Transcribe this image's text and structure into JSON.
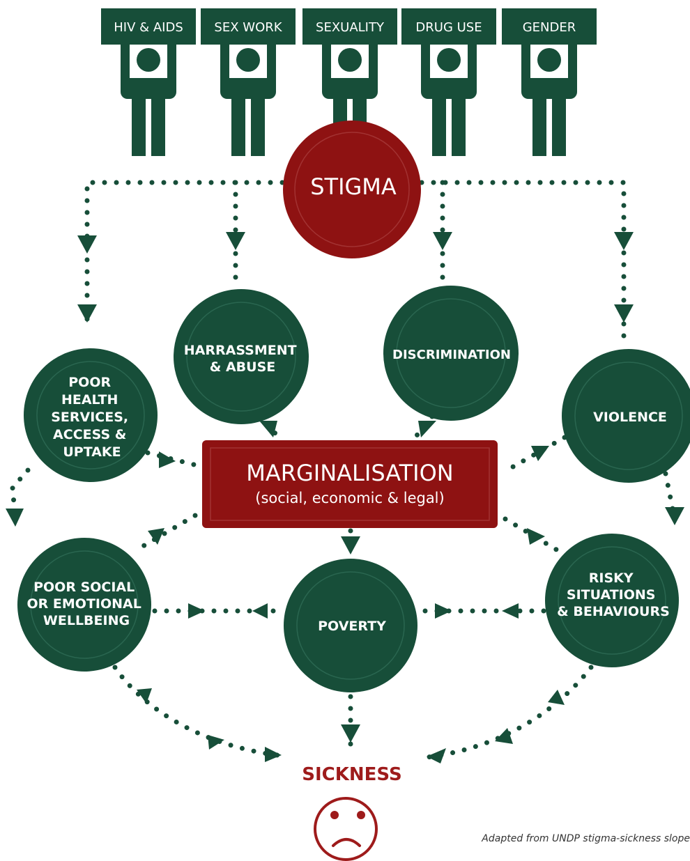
{
  "colors": {
    "green": "#174e39",
    "red": "#8e1212",
    "red_text": "#9e1b1b"
  },
  "signs": [
    "HIV & AIDS",
    "SEX WORK",
    "SEXUALITY",
    "DRUG USE",
    "GENDER"
  ],
  "stigma": "STIGMA",
  "nodes": {
    "harassment": [
      "HARRASSMENT",
      "& ABUSE"
    ],
    "discrimination": [
      "DISCRIMINATION"
    ],
    "poor_health": [
      "POOR",
      "HEALTH",
      "SERVICES,",
      "ACCESS &",
      "UPTAKE"
    ],
    "violence": [
      "VIOLENCE"
    ],
    "poor_social": [
      "POOR SOCIAL",
      "OR EMOTIONAL",
      "WELLBEING"
    ],
    "poverty": [
      "POVERTY"
    ],
    "risky": [
      "RISKY",
      "SITUATIONS",
      "& BEHAVIOURS"
    ]
  },
  "marginalisation": {
    "title": "MARGINALISATION",
    "subtitle": "(social, economic & legal)"
  },
  "sickness": "SICKNESS",
  "credit": "Adapted from UNDP stigma-sickness slope"
}
